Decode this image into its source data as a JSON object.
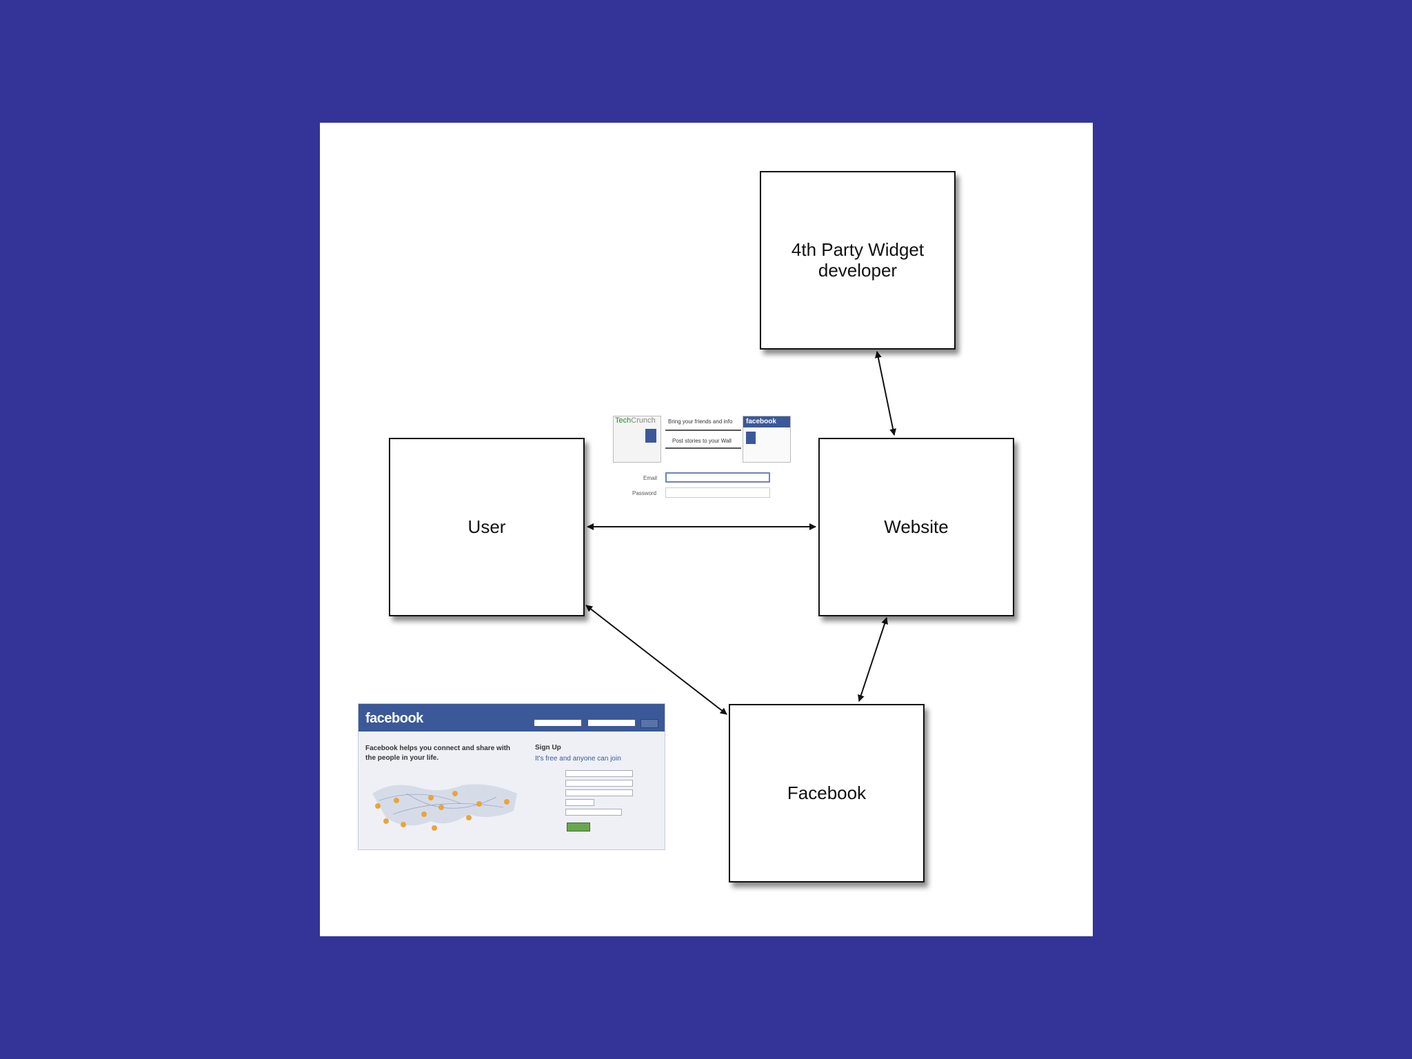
{
  "nodes": {
    "user": "User",
    "website": "Website",
    "widget": "4th Party Widget\ndeveloper",
    "facebook": "Facebook"
  },
  "edges": [
    {
      "from": "user",
      "to": "website",
      "direction": "both"
    },
    {
      "from": "widget",
      "to": "website",
      "direction": "both"
    },
    {
      "from": "website",
      "to": "facebook",
      "direction": "both"
    },
    {
      "from": "user",
      "to": "facebook",
      "direction": "both"
    }
  ],
  "connect_screenshot": {
    "logo_a": "Tech",
    "logo_b": "Crunch",
    "fb_label": "facebook",
    "arrow_text_1": "Bring your friends and info",
    "arrow_text_2": "Post stories to your Wall",
    "email_label": "Email",
    "password_label": "Password"
  },
  "facebook_page": {
    "logo": "facebook",
    "tagline": "Facebook helps you connect and share with the people in your life.",
    "signup_title": "Sign Up",
    "signup_sub": "It's free and anyone can join"
  },
  "colors": {
    "background": "#343398",
    "canvas": "#ffffff",
    "facebook_blue": "#3b5998"
  }
}
